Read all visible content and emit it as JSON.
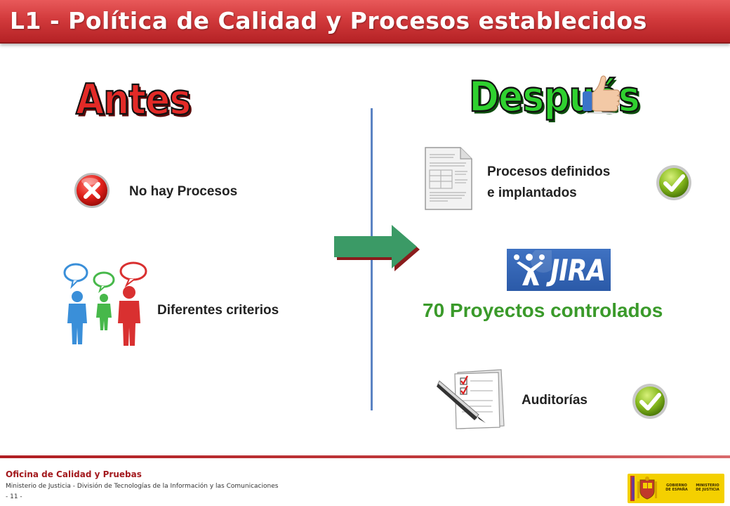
{
  "header": {
    "title": "L1 - Política de Calidad y Procesos establecidos"
  },
  "left": {
    "heading": "Antes",
    "items": [
      {
        "label": "No hay Procesos",
        "icon": "x-circle-icon"
      },
      {
        "label": "Diferentes criterios",
        "icon": "people-talking-icon"
      }
    ]
  },
  "right": {
    "heading": "Después",
    "items": [
      {
        "label_line1": "Procesos definidos",
        "label_line2": "e implantados",
        "icon": "document-icon",
        "status": "check-icon"
      },
      {
        "label": "70 Proyectos controlados",
        "logo_text": "JIRA",
        "icon": "jira-logo"
      },
      {
        "label": "Auditorías",
        "icon": "checklist-clipboard-icon",
        "status": "check-icon"
      }
    ]
  },
  "footer": {
    "office": "Oficina de Calidad y Pruebas",
    "ministry": "Ministerio de Justicia - División de Tecnologías de la Información y las Comunicaciones",
    "page": "- 11 -",
    "gov_line1": "GOBIERNO\nDE ESPAÑA",
    "gov_line2": "MINISTERIO\nDE JUSTICIA"
  },
  "colors": {
    "title_red": "#c92c2f",
    "antes_red": "#e32a27",
    "despues_green": "#2fd12f",
    "projects_green": "#3a9a2a",
    "divider_blue": "#5b83c3",
    "arrow_green": "#3b9a66"
  }
}
